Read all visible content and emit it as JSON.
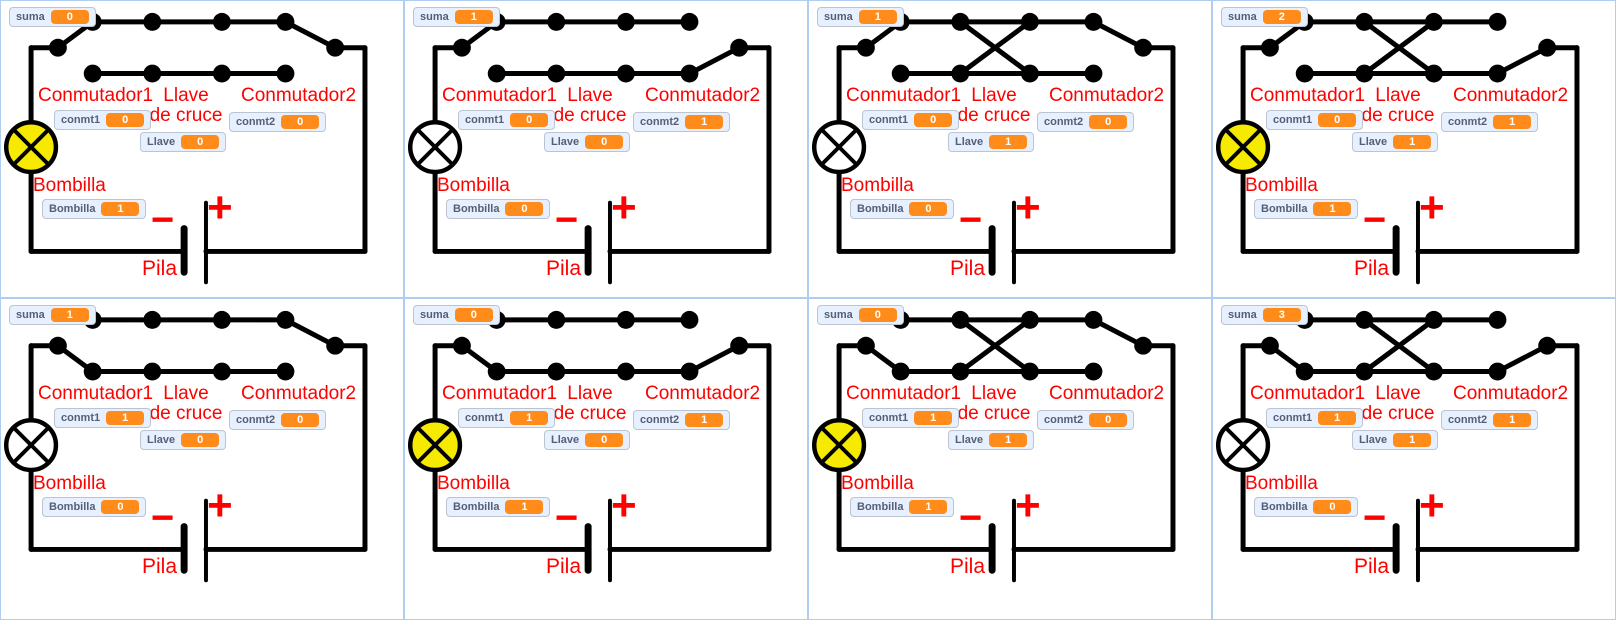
{
  "colors": {
    "label_red": "#ff0000",
    "monitor_value_orange": "#ff8c1a",
    "monitor_bg": "#e6f0ff",
    "monitor_text": "#575e75",
    "panel_border_blue": "#aecdf0",
    "wire_black": "#000000",
    "bulb_on_yellow": "#f6ea00",
    "bulb_off_white": "#ffffff"
  },
  "labels": {
    "suma": "suma",
    "conmt1": "conmt1",
    "conmt2": "conmt2",
    "llave": "Llave",
    "bombilla_monitor": "Bombilla",
    "conmutador1": "Conmutador1",
    "llave_line1": "Llave",
    "llave_line2": "de cruce",
    "conmutador2": "Conmutador2",
    "bombilla": "Bombilla",
    "pila": "Pila",
    "minus": "−",
    "plus": "+"
  },
  "panels": [
    {
      "suma": "0",
      "conmt1": "0",
      "conmt2": "0",
      "llave": "0",
      "bombilla": "1",
      "bulb_on": true
    },
    {
      "suma": "1",
      "conmt1": "0",
      "conmt2": "1",
      "llave": "0",
      "bombilla": "0",
      "bulb_on": false
    },
    {
      "suma": "1",
      "conmt1": "0",
      "conmt2": "0",
      "llave": "1",
      "bombilla": "0",
      "bulb_on": false
    },
    {
      "suma": "2",
      "conmt1": "0",
      "conmt2": "1",
      "llave": "1",
      "bombilla": "1",
      "bulb_on": true
    },
    {
      "suma": "1",
      "conmt1": "1",
      "conmt2": "0",
      "llave": "0",
      "bombilla": "0",
      "bulb_on": false
    },
    {
      "suma": "0",
      "conmt1": "1",
      "conmt2": "1",
      "llave": "0",
      "bombilla": "1",
      "bulb_on": true
    },
    {
      "suma": "0",
      "conmt1": "1",
      "conmt2": "0",
      "llave": "1",
      "bombilla": "1",
      "bulb_on": true
    },
    {
      "suma": "3",
      "conmt1": "1",
      "conmt2": "1",
      "llave": "1",
      "bombilla": "0",
      "bulb_on": false
    }
  ]
}
